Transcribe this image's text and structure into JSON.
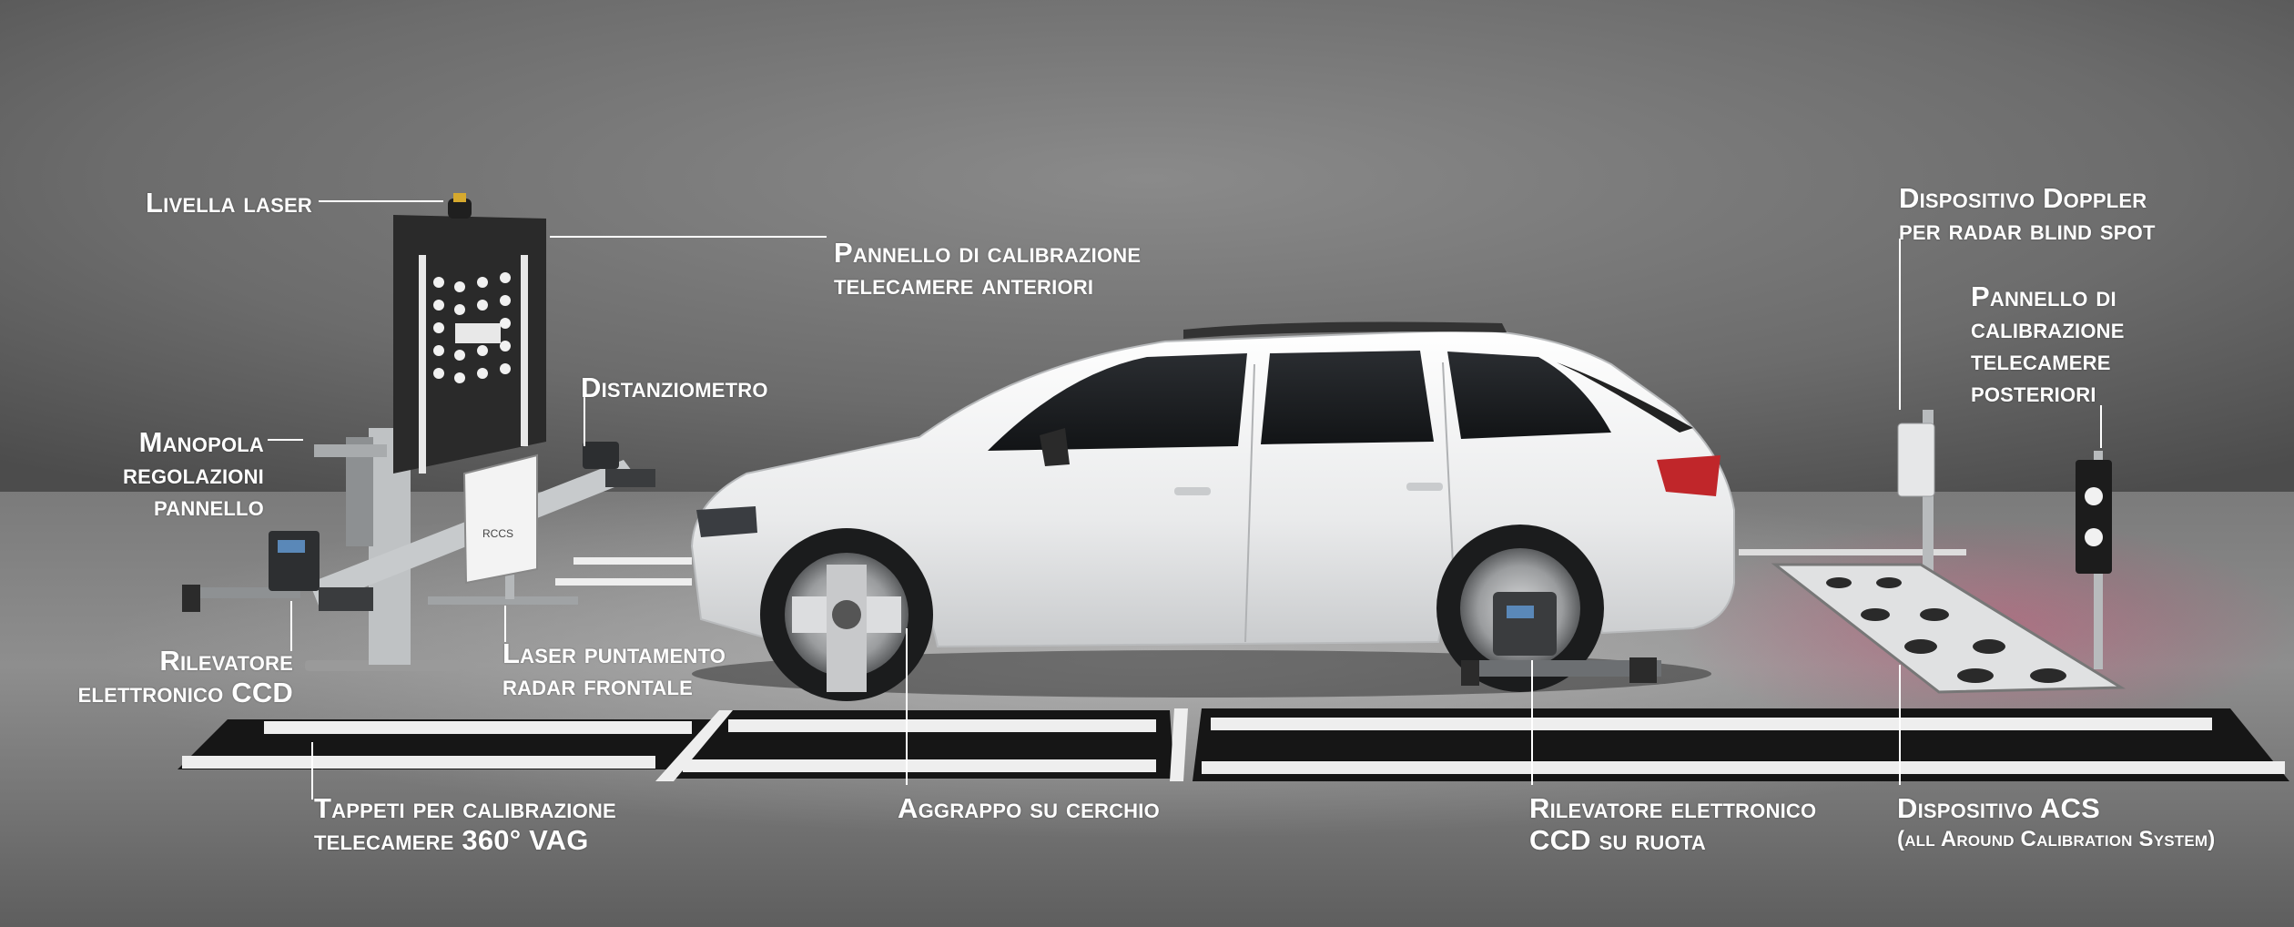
{
  "labels": {
    "livella_laser": [
      "Livella laser"
    ],
    "pannello_anteriori": [
      "Pannello di calibrazione",
      "telecamere anteriori"
    ],
    "distanziometro": [
      "Distanziometro"
    ],
    "manopola": [
      "Manopola",
      "regolazioni",
      "pannello"
    ],
    "rilevatore_ccd": [
      "Rilevatore",
      "elettronico CCD"
    ],
    "laser_radar": [
      "Laser puntamento",
      "radar frontale"
    ],
    "tappeti": [
      "Tappeti per calibrazione",
      "telecamere 360° VAG"
    ],
    "aggrappo": [
      "Aggrappo su cerchio"
    ],
    "rilevatore_ruota": [
      "Rilevatore elettronico",
      "CCD su ruota"
    ],
    "doppler": [
      "Dispositivo Doppler",
      "per radar blind spot"
    ],
    "pannello_posteriori": [
      "Pannello di",
      "calibrazione",
      "telecamere",
      "posteriori"
    ],
    "acs": [
      "Dispositivo ACS",
      "(all Around Calibration System)"
    ]
  },
  "equipment_text": {
    "rccs_panel": "RCCS"
  },
  "colors": {
    "label_text": "#ffffff",
    "leader_line": "#ffffff",
    "car_body": "#f2f3f4",
    "background": "#6a6a6a",
    "panel": "#2a2a2a",
    "taillight": "#c0262a"
  }
}
